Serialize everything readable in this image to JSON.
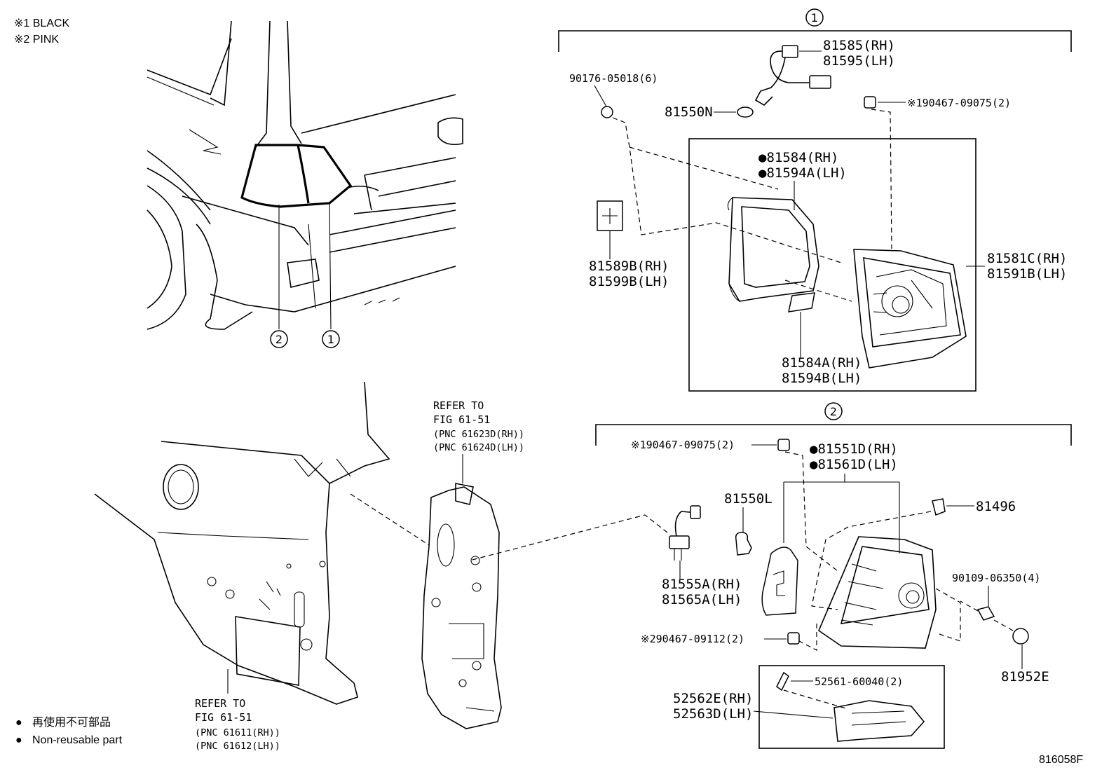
{
  "notes": {
    "note1": "※1 BLACK",
    "note2": "※2 PINK"
  },
  "legend": {
    "item_ja": "再使用不可部品",
    "item_en": "Non-reusable part",
    "dot": "●"
  },
  "figure_id": "816058F",
  "markers": {
    "one": "1",
    "two": "2"
  },
  "parts": {
    "p81585": "81585(RH)",
    "p81595": "81595(LH)",
    "p90176": "90176-05018(6)",
    "p81550N": "81550N",
    "p90467a": "※190467-09075(2)",
    "p81584": "●81584(RH)",
    "p81594A": "●81594A(LH)",
    "p81589B": "81589B(RH)",
    "p81599B": "81599B(LH)",
    "p81581C": "81581C(RH)",
    "p81591B": "81591B(LH)",
    "p81584A": "81584A(RH)",
    "p81594B": "81594B(LH)",
    "p90467b": "※190467-09075(2)",
    "p81551D": "●81551D(RH)",
    "p81561D": "●81561D(LH)",
    "p81550L": "81550L",
    "p81496": "81496",
    "p81555A": "81555A(RH)",
    "p81565A": "81565A(LH)",
    "p90109": "90109-06350(4)",
    "p90467c": "※290467-09112(2)",
    "p81952E": "81952E",
    "p52561": "52561-60040(2)",
    "p52562E": "52562E(RH)",
    "p52563D": "52563D(LH)"
  },
  "refs": {
    "ref1_title": "REFER TO",
    "ref1_fig": "FIG 61-51",
    "ref1_pnc1": "(PNC 61623D(RH))",
    "ref1_pnc2": "(PNC 61624D(LH))",
    "ref2_title": "REFER TO",
    "ref2_fig": "FIG 61-51",
    "ref2_pnc1": "(PNC 61611(RH))",
    "ref2_pnc2": "(PNC 61612(LH))"
  }
}
